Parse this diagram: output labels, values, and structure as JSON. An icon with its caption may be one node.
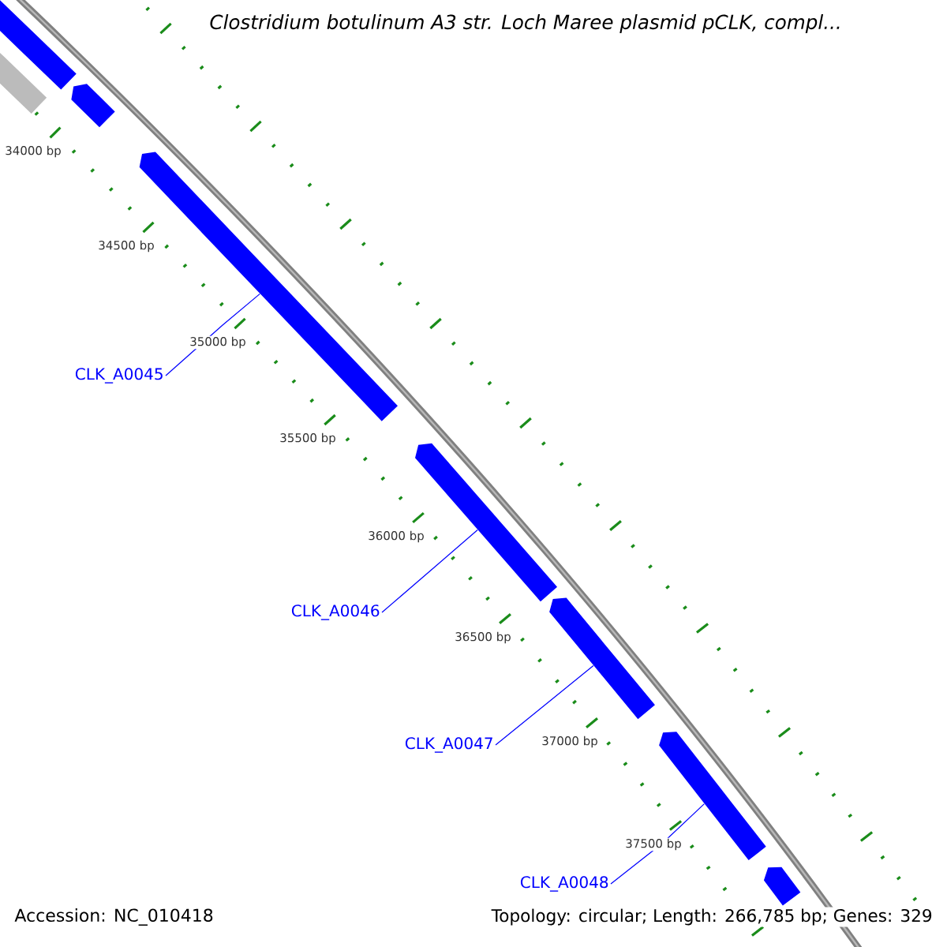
{
  "diagram": {
    "title": "Clostridium botulinum A3 str. Loch Maree plasmid pCLK, compl...",
    "nodes": [
      {
        "text": [],
        "shape": "bar"
      },
      {
        "text": [],
        "shape": "bar"
      },
      {
        "text": [],
        "shape": "bar"
      },
      {
        "text": [],
        "shape": "bar"
      },
      {
        "text": [],
        "shape": "bar"
      },
      {
        "text": [],
        "shape": "bar"
      },
      {
        "text": [],
        "shape": "bar"
      },
      {
        "text": [],
        "shape": "bar"
      },
      {
        "text": [
          "CLK_A0045"
        ]
      },
      {
        "text": [
          "CLK_A0046"
        ]
      },
      {
        "text": [
          "CLK_A0047"
        ]
      },
      {
        "text": [
          "CLK_A0048"
        ]
      }
    ],
    "edges": [
      {
        "from": 8,
        "to": 3,
        "arrow": "none"
      },
      {
        "from": 9,
        "to": 4,
        "arrow": "none"
      },
      {
        "from": 10,
        "to": 5,
        "arrow": "none"
      },
      {
        "from": 11,
        "to": 6,
        "arrow": "none"
      }
    ],
    "labels": [
      "34000 bp",
      "34500 bp",
      "35000 bp",
      "35500 bp",
      "36000 bp",
      "36500 bp",
      "37000 bp",
      "37500 bp",
      "Accession: NC_010418",
      "Topology: circular; Length: 266,785 bp; Genes: 329"
    ]
  }
}
